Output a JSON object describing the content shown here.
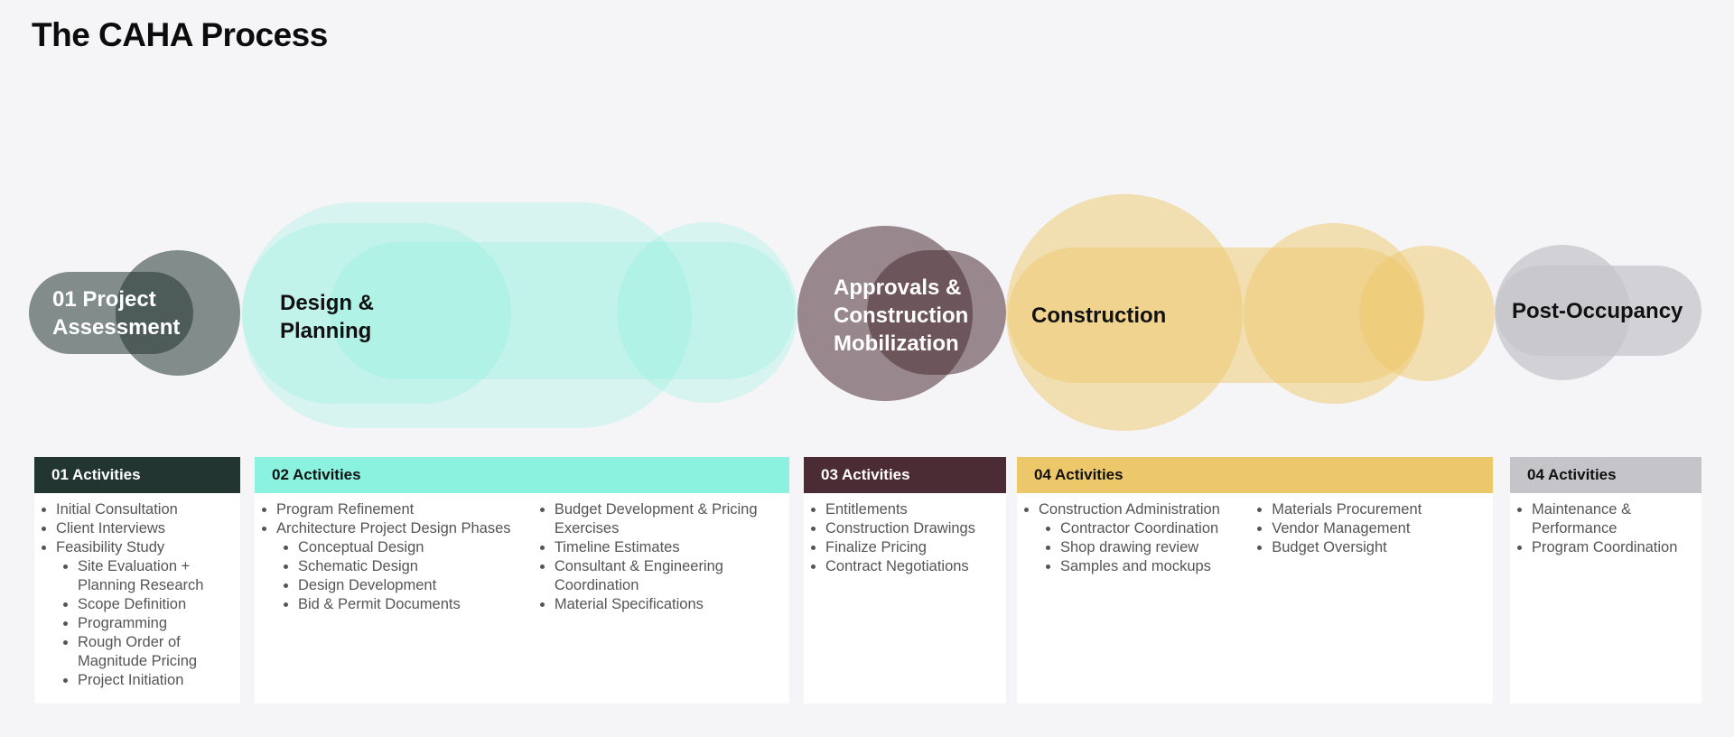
{
  "title": "The CAHA Process",
  "colors": {
    "phase1": "#233531",
    "phase2": "#8af2de",
    "phase3": "#4b2c35",
    "phase4": "#edc86b",
    "phase5": "#c5c5c9"
  },
  "phases": [
    {
      "label": "01 Project Assessment"
    },
    {
      "label": "Design & Planning"
    },
    {
      "label": "Approvals & Construction Mobilization"
    },
    {
      "label": "Construction"
    },
    {
      "label": "Post-Occupancy"
    }
  ],
  "cards": [
    {
      "header": "01 Activities",
      "items": [
        {
          "text": "Initial Consultation"
        },
        {
          "text": "Client Interviews"
        },
        {
          "text": "Feasibility Study",
          "sub": [
            "Site Evaluation + Planning Research",
            "Scope Definition",
            "Programming",
            "Rough Order of Magnitude Pricing",
            "Project Initiation"
          ]
        }
      ]
    },
    {
      "header": "02 Activities",
      "columns": [
        [
          {
            "text": "Program Refinement"
          },
          {
            "text": "Architecture Project Design Phases",
            "sub": [
              "Conceptual Design",
              "Schematic Design",
              "Design Development",
              "Bid & Permit Documents"
            ]
          }
        ],
        [
          {
            "text": "Budget Development & Pricing Exercises"
          },
          {
            "text": "Timeline Estimates"
          },
          {
            "text": "Consultant & Engineering Coordination"
          },
          {
            "text": "Material Specifications"
          }
        ]
      ]
    },
    {
      "header": "03 Activities",
      "items": [
        {
          "text": "Entitlements"
        },
        {
          "text": "Construction Drawings"
        },
        {
          "text": "Finalize Pricing"
        },
        {
          "text": "Contract Negotiations"
        }
      ]
    },
    {
      "header": "04 Activities",
      "columns": [
        [
          {
            "text": "Construction Administration",
            "sub": [
              "Contractor Coordination",
              "Shop drawing review",
              "Samples and mockups"
            ]
          }
        ],
        [
          {
            "text": "Materials Procurement"
          },
          {
            "text": "Vendor Management"
          },
          {
            "text": "Budget Oversight"
          }
        ]
      ]
    },
    {
      "header": "04 Activities",
      "items": [
        {
          "text": "Maintenance & Performance"
        },
        {
          "text": "Program Coordination"
        }
      ]
    }
  ]
}
